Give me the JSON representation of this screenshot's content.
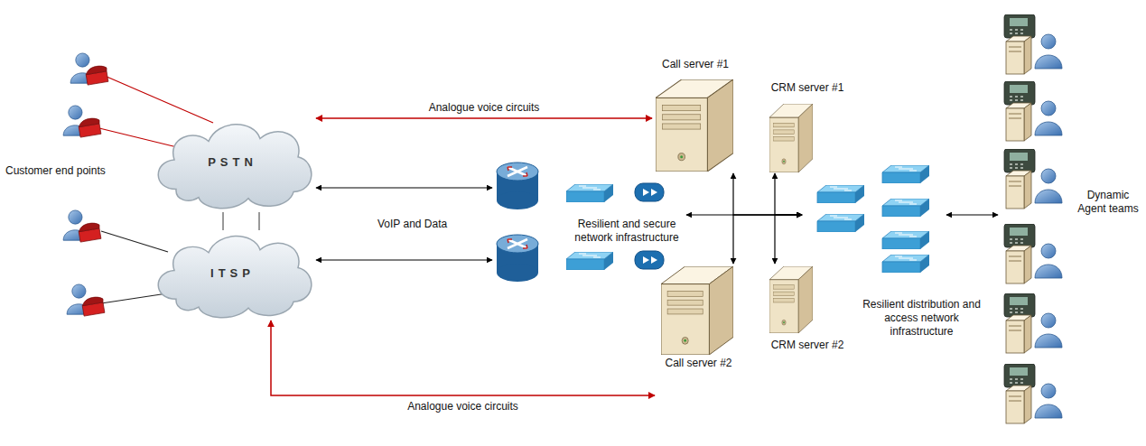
{
  "diagram": {
    "nodes": [
      {
        "text": [
          "PSTN"
        ]
      },
      {
        "text": [
          "ITSP"
        ]
      },
      {
        "text": [
          "Resilient and secure network infrastructure"
        ]
      },
      {
        "text": [
          "Call server #1"
        ]
      },
      {
        "text": [
          "CRM server #1"
        ]
      },
      {
        "text": [
          "Call server #2"
        ]
      },
      {
        "text": [
          "CRM server #2"
        ]
      },
      {
        "text": [
          "Resilient distribution and access network infrastructure"
        ]
      },
      {
        "text": [
          "Dynamic Agent teams"
        ]
      }
    ],
    "edges": [
      {
        "from": 0,
        "to": 1,
        "arrow": "none"
      },
      {
        "from": 0,
        "to": 1,
        "arrow": "none"
      },
      {
        "from": 0,
        "to": 3,
        "label": "Analogue voice circuits",
        "arrow": "both"
      },
      {
        "from": 1,
        "to": 5,
        "label": "Analogue voice circuits",
        "arrow": "both"
      },
      {
        "from": 0,
        "to": 2,
        "arrow": "both"
      },
      {
        "from": 1,
        "to": 2,
        "arrow": "both"
      },
      {
        "from": 2,
        "to": 7,
        "arrow": "both"
      },
      {
        "from": 3,
        "to": 7,
        "arrow": "both"
      },
      {
        "from": 4,
        "to": 7,
        "arrow": "both"
      },
      {
        "from": 5,
        "to": 7,
        "arrow": "both"
      },
      {
        "from": 6,
        "to": 7,
        "arrow": "both"
      },
      {
        "from": 7,
        "to": 8,
        "arrow": "both"
      }
    ],
    "labels": [
      "Customer end points",
      "VoIP and Data"
    ]
  }
}
